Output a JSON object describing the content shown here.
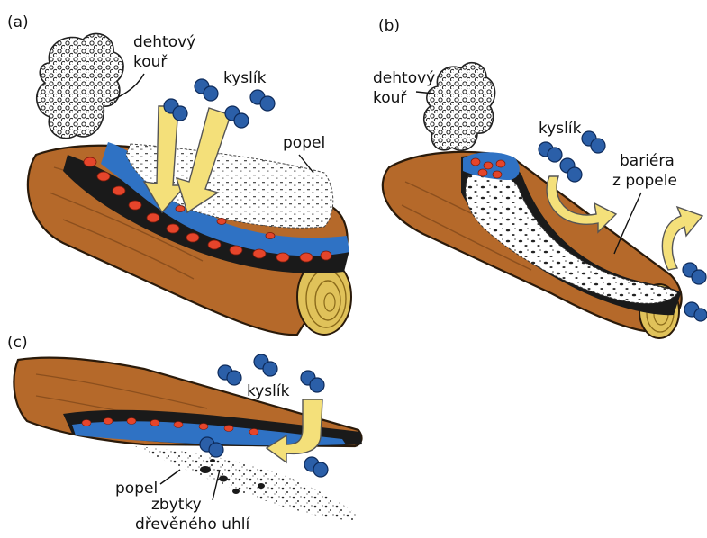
{
  "panels": {
    "a": {
      "letter": "(a)",
      "smoke_label": [
        "dehtový",
        "kouř"
      ],
      "oxygen_label": "kyslík",
      "ash_label": "popel"
    },
    "b": {
      "letter": "(b)",
      "smoke_label": [
        "dehtový",
        "kouř"
      ],
      "oxygen_label": "kyslík",
      "barrier_label": [
        "bariéra",
        "z popele"
      ]
    },
    "c": {
      "letter": "(c)",
      "oxygen_label": "kyslík",
      "ash_label": "popel",
      "charcoal_label": [
        "zbytky",
        "dřevěného uhlí"
      ]
    }
  },
  "colors": {
    "wood": "#b5692a",
    "wood_dark": "#6e3a12",
    "rings": "#e0c25a",
    "char": "#1a1a1a",
    "ember": "#e5452b",
    "gas": "#2f72c4",
    "oxygen": "#2b5fa8",
    "arrow": "#f4e07a"
  },
  "icons": [
    "smoke-cloud-icon",
    "oxygen-molecule-icon",
    "airflow-arrow-icon",
    "log-icon"
  ]
}
